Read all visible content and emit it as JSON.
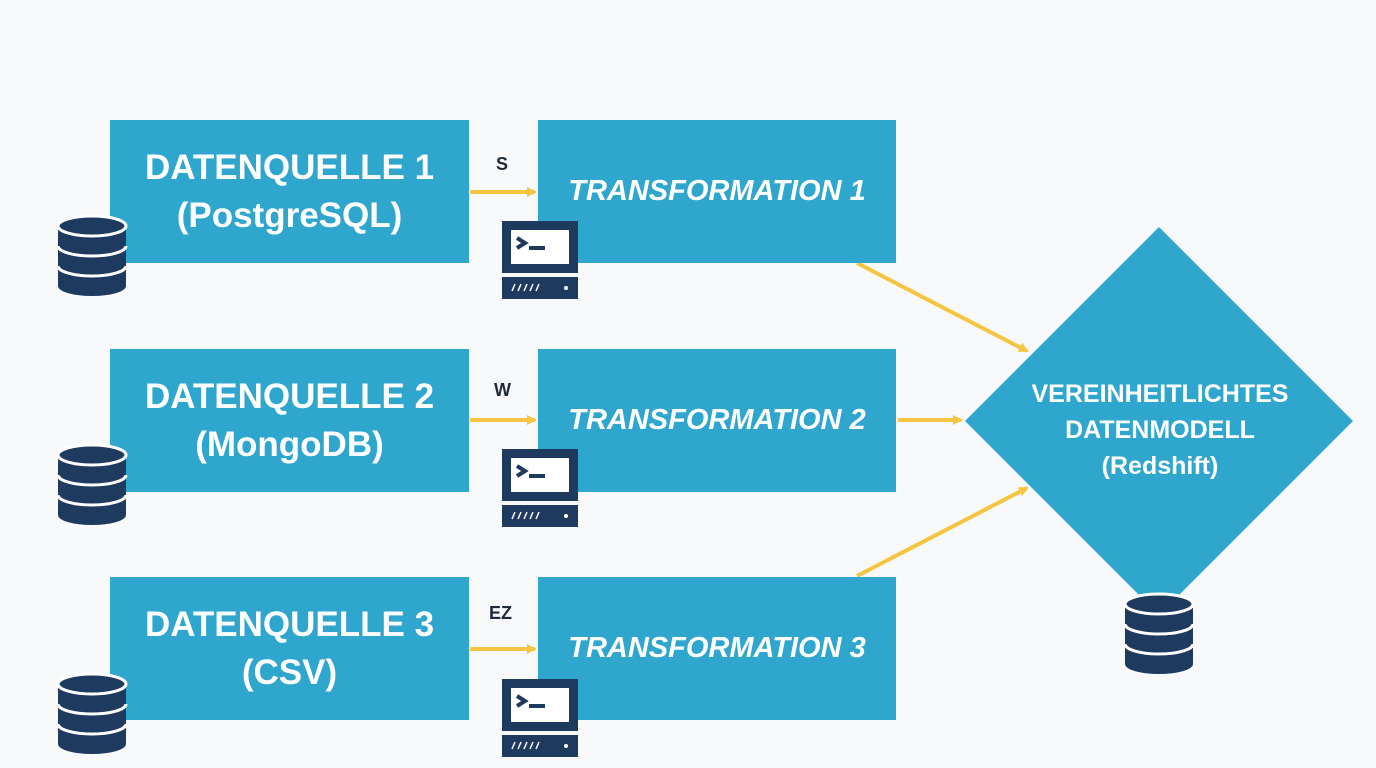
{
  "sources": [
    {
      "line1": "DATENQUELLE 1",
      "line2": "(PostgreSQL)"
    },
    {
      "line1": "DATENQUELLE 2",
      "line2": "(MongoDB)"
    },
    {
      "line1": "DATENQUELLE 3",
      "line2": "(CSV)"
    }
  ],
  "edge_labels": [
    "S",
    "W",
    "EZ"
  ],
  "transformations": [
    "TRANSFORMATION 1",
    "TRANSFORMATION 2",
    "TRANSFORMATION 3"
  ],
  "target": {
    "line1": "VEREINHEITLICHTES",
    "line2": "DATENMODELL",
    "line3": "(Redshift)"
  },
  "colors": {
    "box_fill": "#2fa6cd",
    "arrow": "#f5c542",
    "icon_dark": "#1f3a5f",
    "text_dark": "#1e2a3a",
    "background": "#f8f9fa"
  },
  "icons": {
    "source": "database-icon",
    "transformation": "terminal-icon",
    "target": "database-icon"
  }
}
